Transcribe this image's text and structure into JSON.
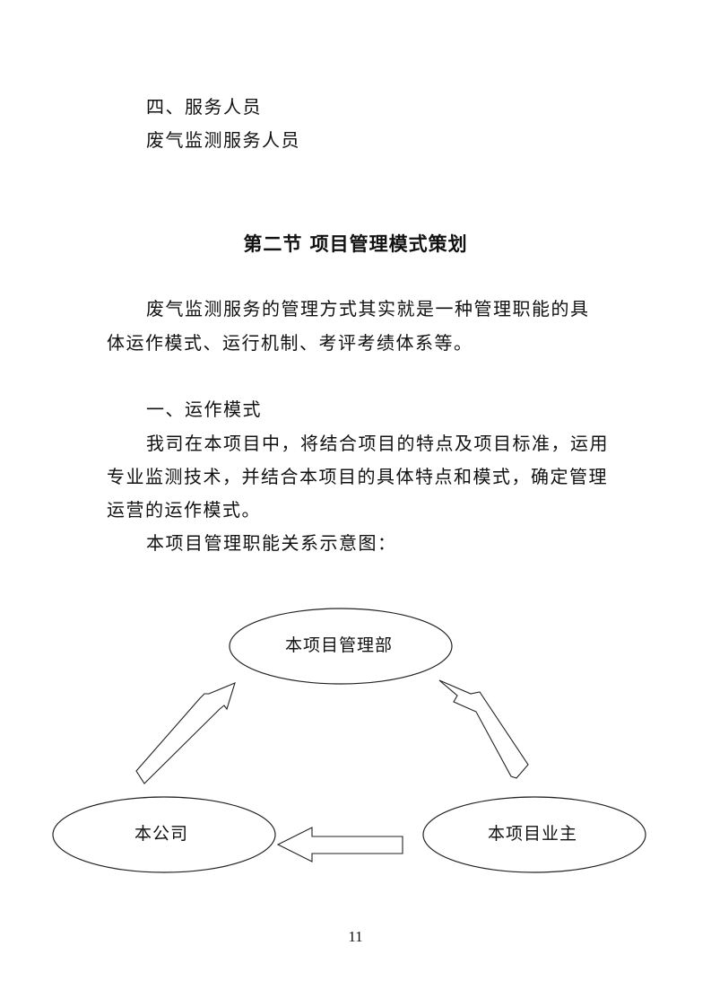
{
  "document": {
    "section_four_heading": "四、服务人员",
    "section_four_body": "废气监测服务人员",
    "chapter_heading": "第二节  项目管理模式策划",
    "intro_line1": "废气监测服务的管理方式其实就是一种管理职能的具",
    "intro_line2": "体运作模式、运行机制、考评考绩体系等。",
    "subsection_heading": "一、运作模式",
    "para_line1": "我司在本项目中，将结合项目的特点及项目标准，运用",
    "para_line2": "专业监测技术，并结合本项目的具体特点和模式，确定管理",
    "para_line3": "运营的运作模式。",
    "diagram_caption": "本项目管理职能关系示意图："
  },
  "diagram": {
    "nodes": {
      "top": "本项目管理部",
      "left": "本公司",
      "right": "本项目业主"
    },
    "arrows": [
      {
        "from": "本公司",
        "to": "本项目管理部"
      },
      {
        "from": "本项目业主",
        "to": "本项目管理部"
      },
      {
        "from": "本项目业主",
        "to": "本公司"
      }
    ]
  },
  "footer": {
    "page_number": "11"
  }
}
